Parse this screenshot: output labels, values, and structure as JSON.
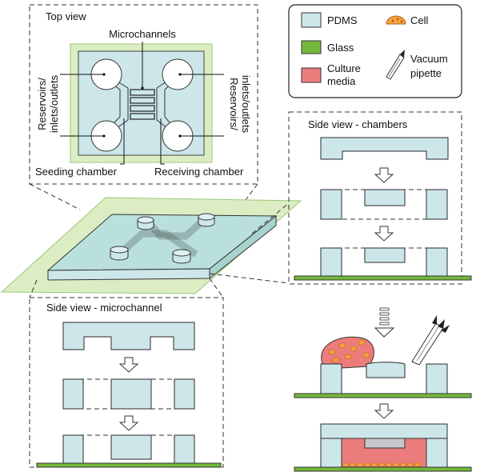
{
  "top_view": {
    "title": "Top view",
    "microchannels": "Microchannels",
    "reservoirs_left_1": "Reservoirs/",
    "reservoirs_left_2": "inlets/outlets",
    "reservoirs_right_1": "Reservoirs/",
    "reservoirs_right_2": "inlets/outlets",
    "seeding_chamber": "Seeding chamber",
    "receiving_chamber": "Receiving chamber"
  },
  "legend": {
    "pdms": "PDMS",
    "cell": "Cell",
    "glass": "Glass",
    "culture_1": "Culture",
    "culture_2": "media",
    "vacuum_1": "Vacuum",
    "vacuum_2": "pipette"
  },
  "side_view_chambers": {
    "title": "Side view - chambers"
  },
  "side_view_microchannel": {
    "title": "Side view - microchannel"
  },
  "colors": {
    "pdms": "#cde6ea",
    "glass": "#74b83b",
    "culture_media": "#ec7c7c",
    "cell": "#f2a23a",
    "glass_plane": "#dcedc3",
    "pdms_3d": "#b9e0dc"
  }
}
